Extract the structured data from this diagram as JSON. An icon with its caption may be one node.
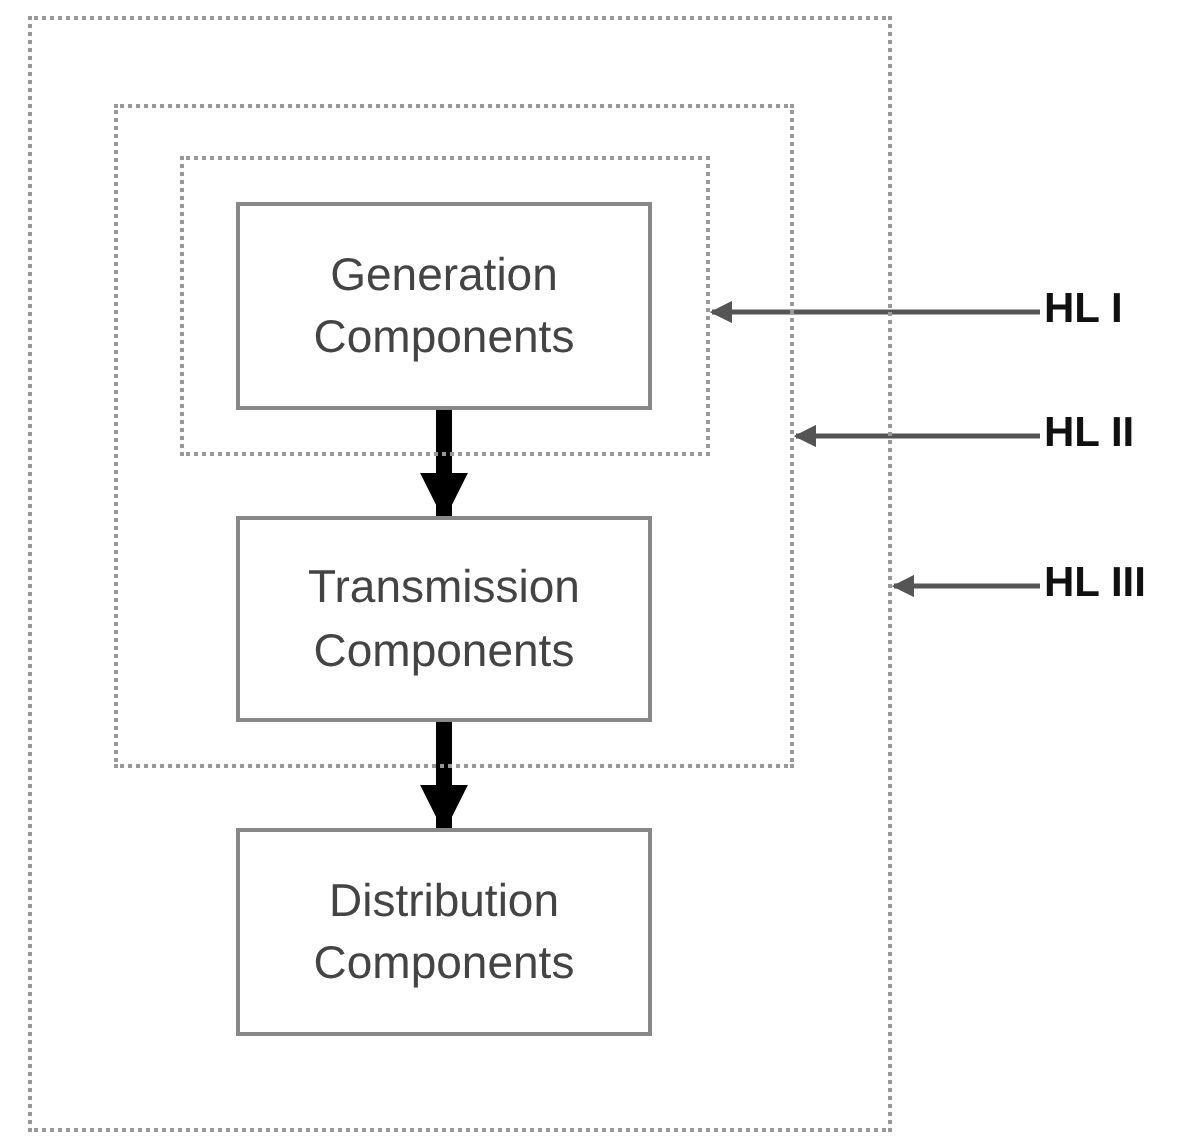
{
  "diagram": {
    "nodes": [
      {
        "text": [],
        "shape": "box"
      },
      {
        "text": [],
        "shape": "box",
        "in": 0
      },
      {
        "text": [],
        "shape": "box",
        "in": 1
      },
      {
        "text": [
          "Generation Components"
        ],
        "in": 2
      },
      {
        "text": [
          "Transmission Components"
        ],
        "in": 1
      },
      {
        "text": [
          "Distribution Components"
        ],
        "in": 0
      },
      {
        "text": [
          "HL I"
        ]
      },
      {
        "text": [
          "HL II"
        ]
      },
      {
        "text": [
          "HL III"
        ]
      }
    ],
    "edges": [
      {
        "from": 3,
        "to": 4,
        "arrow": "to",
        "style": "thick",
        "color": "#000000"
      },
      {
        "from": 4,
        "to": 5,
        "arrow": "to",
        "style": "thick",
        "color": "#000000"
      },
      {
        "from": 6,
        "to": 2,
        "arrow": "to"
      },
      {
        "from": 7,
        "to": 1,
        "arrow": "to"
      },
      {
        "from": 8,
        "to": 0,
        "arrow": "to"
      }
    ]
  }
}
